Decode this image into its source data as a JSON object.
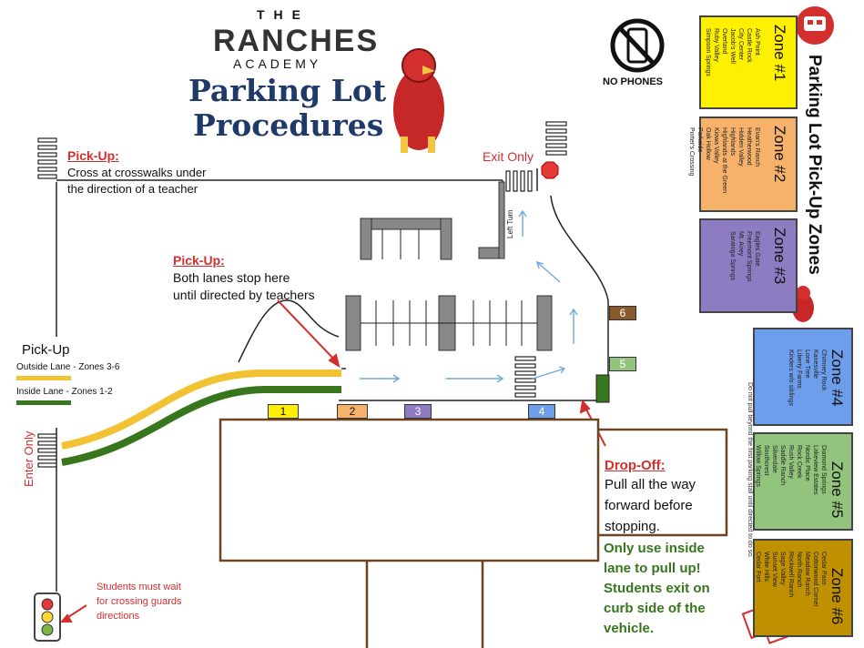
{
  "header": {
    "the": "THE",
    "school": "RANCHES",
    "academy": "ACADEMY",
    "title_line1": "Parking Lot",
    "title_line2": "Procedures",
    "no_phones": "NO PHONES"
  },
  "sidebar_title": "Parking Lot Pick-Up Zones",
  "side_note": "Do not pull beyond the first parking stall until directed to do so.",
  "zones": [
    {
      "title": "Zone #1",
      "color": "#ffef00",
      "items": [
        "Ash Point",
        "Castle Rock",
        "City Center",
        "Jacob's Well",
        "Overland",
        "Ruby Valley",
        "Simpson Springs"
      ]
    },
    {
      "title": "Zone #2",
      "color": "#f6b26b",
      "items": [
        "Evan's Ranch",
        "Heatherwood",
        "Hidden Valley",
        "Highlands",
        "Highlands at the Green",
        "Kiowa Valley",
        "Oak Hollow",
        "Parkside",
        "Porter's Crossing"
      ]
    },
    {
      "title": "Zone #3",
      "color": "#8e7cc3",
      "items": [
        "Eagles Gate",
        "Freemont Springs",
        "Mt. Airey",
        "Saratoga Springs"
      ]
    },
    {
      "title": "Zone #4",
      "color": "#6d9eeb",
      "items": [
        "Chimney Rock",
        "Kanesville",
        "Lone Tree",
        "Liberty Farms",
        "Kinders w/o siblings"
      ]
    },
    {
      "title": "Zone #5",
      "color": "#93c47d",
      "items": [
        "Diamond Springs",
        "Lakeview Estates",
        "Nordic Place",
        "Rock Creek",
        "Rush Valley",
        "Saddle Ranch",
        "Silverdale",
        "Southcrest",
        "Willow Springs"
      ]
    },
    {
      "title": "Zone #6",
      "color": "#bf9000",
      "items": [
        "Cedar Pass",
        "Cottonwood Corner",
        "Meadow Ranch",
        "North Ranch",
        "Rockwell Ranch",
        "Sage Valley",
        "Sunset View",
        "White Hills",
        "Cedar Fort"
      ]
    }
  ],
  "labels": {
    "pickup1_heading": "Pick-Up:",
    "pickup1_line1": "Cross at crosswalks under",
    "pickup1_line2": "the direction of a teacher",
    "pickup2_heading": "Pick-Up:",
    "pickup2_line1": "Both lanes stop here",
    "pickup2_line2": "until directed by teachers",
    "exit_only": "Exit Only",
    "left_turn": "Left Turn",
    "enter_only": "Enter Only",
    "legend_title": "Pick-Up",
    "outside_lane": "Outside Lane - Zones 3-6",
    "inside_lane": "Inside Lane   - Zones 1-2",
    "dropoff_heading": "Drop-Off:",
    "dropoff_line1": "Pull all the way",
    "dropoff_line2": "forward before",
    "dropoff_line3": "stopping.",
    "green_line1": "Only use inside",
    "green_line2": "lane to pull up!",
    "green_line3": "Students exit on",
    "green_line4": "curb side of the",
    "green_line5": "vehicle.",
    "students_line1": "Students must wait",
    "students_line2": "for crossing guards",
    "students_line3": "directions"
  },
  "stall_markers": [
    {
      "num": "1",
      "color": "#ffef00"
    },
    {
      "num": "2",
      "color": "#f6b26b"
    },
    {
      "num": "3",
      "color": "#8e7cc3"
    },
    {
      "num": "4",
      "color": "#6d9eeb"
    },
    {
      "num": "5",
      "color": "#93c47d"
    },
    {
      "num": "6",
      "color": "#8b5a2b"
    }
  ],
  "colors": {
    "outside_lane": "#f1c232",
    "inside_lane": "#38761d",
    "title_blue": "#1f3a68",
    "alert_red": "#d32f2f",
    "arrow_blue": "#6fa8dc",
    "building": "#6b4423",
    "green_text": "#38761d"
  }
}
